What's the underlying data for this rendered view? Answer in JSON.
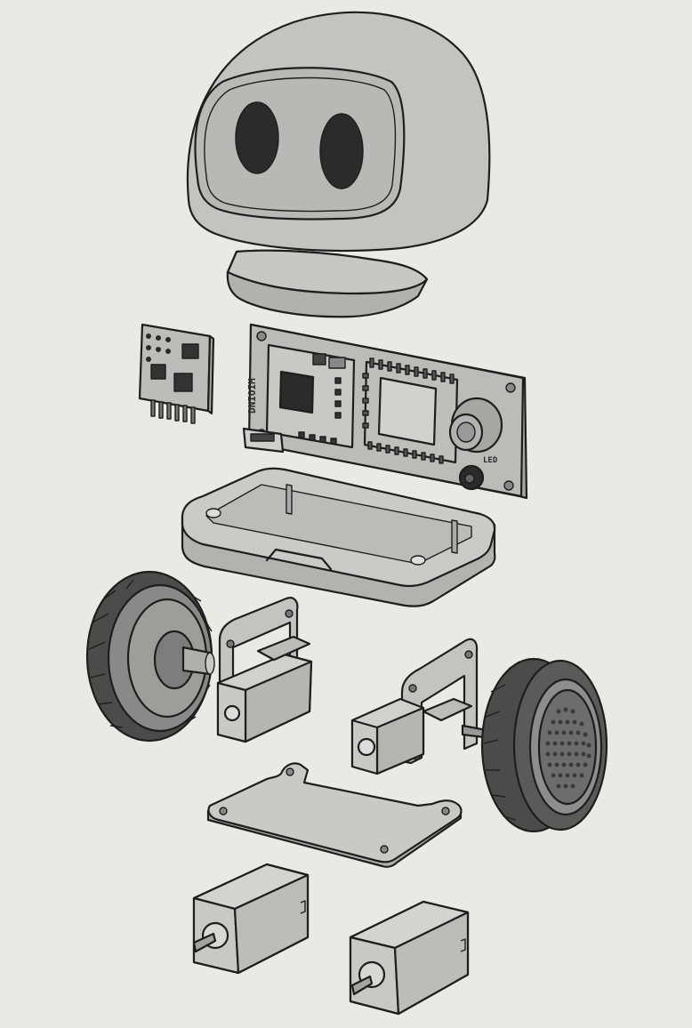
{
  "image": {
    "background": "#ebe9e4",
    "palette": {
      "plastic": "#c4c3c0",
      "plastic_dark": "#a9a8a5",
      "pcb": "#b8b7b4",
      "chip": "#2b2b2b",
      "tire": "#4b4b49",
      "outline": "#1e1e1e"
    }
  },
  "labels": {
    "board_silkscreen": "DNIOIM",
    "board_mark": "LED"
  },
  "parts": [
    {
      "name": "head-dome",
      "label": ""
    },
    {
      "name": "top-cover-plate",
      "label": ""
    },
    {
      "name": "sensor-module",
      "label": ""
    },
    {
      "name": "main-board",
      "label": ""
    },
    {
      "name": "chassis-tray",
      "label": ""
    },
    {
      "name": "left-wheel",
      "label": ""
    },
    {
      "name": "left-motor-bracket",
      "label": ""
    },
    {
      "name": "right-motor-bracket",
      "label": ""
    },
    {
      "name": "right-wheel",
      "label": ""
    },
    {
      "name": "base-plate",
      "label": ""
    },
    {
      "name": "gear-motor-left",
      "label": ""
    },
    {
      "name": "gear-motor-right",
      "label": ""
    }
  ]
}
